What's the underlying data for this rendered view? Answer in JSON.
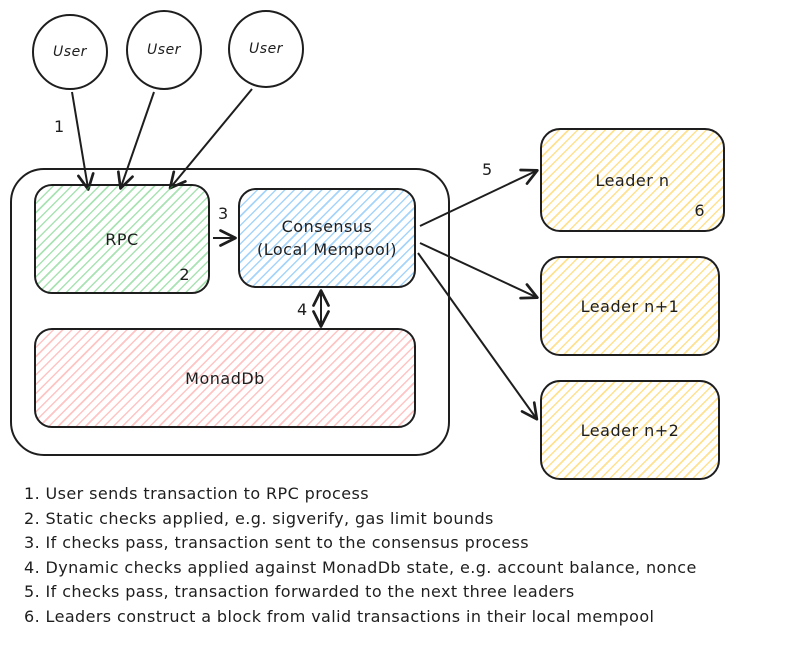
{
  "diagram": {
    "users": [
      {
        "label": "User"
      },
      {
        "label": "User"
      },
      {
        "label": "User"
      }
    ],
    "nodes": {
      "rpc": {
        "label": "RPC"
      },
      "consensus": {
        "line1": "Consensus",
        "line2": "(Local Mempool)"
      },
      "monaddb": {
        "label": "MonadDb"
      },
      "leaders": [
        {
          "label": "Leader n"
        },
        {
          "label": "Leader n+1"
        },
        {
          "label": "Leader n+2"
        }
      ]
    },
    "steps": [
      "1",
      "2",
      "3",
      "4",
      "5",
      "6"
    ],
    "legend": [
      "1. User sends transaction to RPC process",
      "2. Static checks applied, e.g. sigverify, gas limit bounds",
      "3. If checks pass, transaction sent to the consensus process",
      "4. Dynamic checks applied against MonadDb state, e.g. account balance, nonce",
      "5. If checks pass, transaction forwarded to the next three leaders",
      "6. Leaders construct a block from valid transactions in their local mempool"
    ],
    "colors": {
      "stroke": "#1e1e1e",
      "rpc_hachure": "#40c057",
      "consensus_hachure": "#4dabf7",
      "monaddb_hachure": "#ff6b6b",
      "leader_hachure": "#ffc832"
    }
  }
}
